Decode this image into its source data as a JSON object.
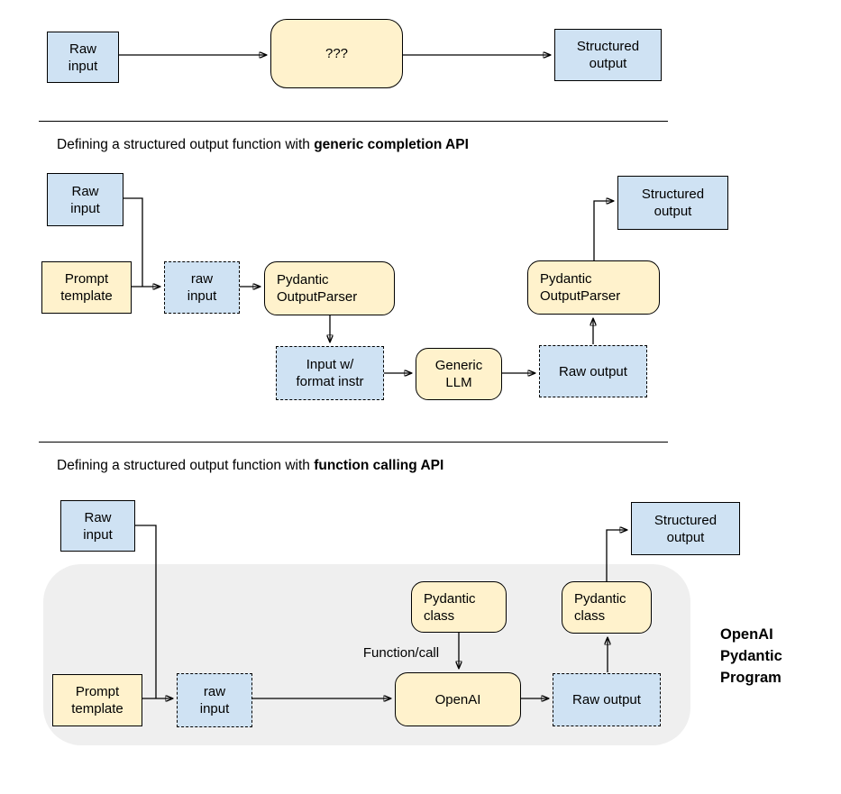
{
  "colors": {
    "page_bg": "#ffffff",
    "box_blue": "#cfe2f3",
    "box_yellow": "#fff2cc",
    "container_gray": "#efefef",
    "line_color": "#000000"
  },
  "top": {
    "raw_input": "Raw\ninput",
    "mystery": "???",
    "structured_output": "Structured\noutput",
    "edges": [
      {
        "from": "Raw input",
        "to": "???"
      },
      {
        "from": "???",
        "to": "Structured output"
      }
    ]
  },
  "generic": {
    "heading": {
      "prefix": "Defining a structured output function with ",
      "bold": "generic completion API"
    },
    "raw_input": "Raw\ninput",
    "prompt_template": "Prompt\ntemplate",
    "raw_input_small": "raw\ninput",
    "output_parser_a": "Pydantic\nOutputParser",
    "input_with_format": "Input w/\nformat instr",
    "generic_llm": "Generic\nLLM",
    "raw_output": "Raw output",
    "output_parser_b": "Pydantic\nOutputParser",
    "structured_output": "Structured\noutput",
    "edges": [
      {
        "from": "Raw input",
        "to": "raw input"
      },
      {
        "from": "Prompt template",
        "to": "raw input"
      },
      {
        "from": "raw input",
        "to": "Pydantic OutputParser"
      },
      {
        "from": "Pydantic OutputParser",
        "to": "Input w/ format instr"
      },
      {
        "from": "Input w/ format instr",
        "to": "Generic LLM"
      },
      {
        "from": "Generic LLM",
        "to": "Raw output"
      },
      {
        "from": "Raw output",
        "to": "Pydantic OutputParser"
      },
      {
        "from": "Pydantic OutputParser",
        "to": "Structured output"
      }
    ]
  },
  "fncall": {
    "heading": {
      "prefix": "Defining a structured output function with ",
      "bold": "function calling API"
    },
    "raw_input": "Raw\ninput",
    "prompt_template": "Prompt\ntemplate",
    "raw_input_small": "raw\ninput",
    "pydantic_class_a": "Pydantic\nclass",
    "function_call_label": "Function/call",
    "openai": "OpenAI",
    "raw_output": "Raw output",
    "pydantic_class_b": "Pydantic\nclass",
    "structured_output": "Structured\noutput",
    "program_label": "OpenAI\nPydantic\nProgram",
    "edges": [
      {
        "from": "Raw input",
        "to": "raw input"
      },
      {
        "from": "Prompt template",
        "to": "raw input"
      },
      {
        "from": "raw input",
        "to": "OpenAI"
      },
      {
        "from": "Pydantic class",
        "to": "OpenAI",
        "label": "Function/call"
      },
      {
        "from": "OpenAI",
        "to": "Raw output"
      },
      {
        "from": "Raw output",
        "to": "Pydantic class"
      },
      {
        "from": "Pydantic class",
        "to": "Structured output"
      }
    ]
  }
}
